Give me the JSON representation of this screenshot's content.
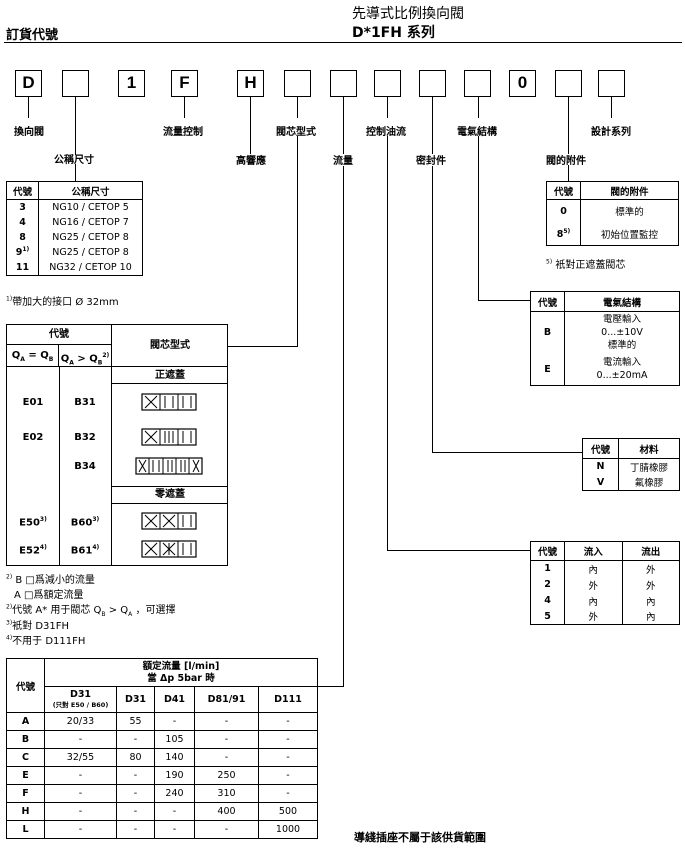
{
  "header": {
    "order_code": "訂貨代號",
    "title_cn": "先導式比例換向閥",
    "title_model": "D*1FH 系列"
  },
  "code_boxes": [
    "D",
    "",
    "1",
    "F",
    "H",
    "",
    "",
    "",
    "",
    "0",
    ""
  ],
  "code_labels": {
    "valve": "換向閥",
    "nominal_size": "公稱尺寸",
    "flow_control": "流量控制",
    "high_response": "高響應",
    "spool_type": "閥芯型式",
    "flow": "流量",
    "control_oil": "控制油流",
    "seal": "密封件",
    "electrical": "電氣結構",
    "valve_accessory": "閥的附件",
    "design_series": "設計系列"
  },
  "size_table": {
    "headers": [
      "代號",
      "公稱尺寸"
    ],
    "rows": [
      [
        "3",
        "NG10 / CETOP 5"
      ],
      [
        "4",
        "NG16 / CETOP 7"
      ],
      [
        "8",
        "NG25 / CETOP 8"
      ],
      [
        "9",
        "NG25 / CETOP 8"
      ],
      [
        "11",
        "NG32 / CETOP 10"
      ]
    ],
    "row9_sup": "1)",
    "note_sup": "1)",
    "note": "帶加大的接口 Ø 32mm"
  },
  "accessory_table": {
    "headers": [
      "代號",
      "閥的附件"
    ],
    "rows": [
      [
        "0",
        "標準的"
      ],
      [
        "8",
        "初始位置監控"
      ]
    ],
    "row8_sup": "5)",
    "note_sup": "5)",
    "note": "衹對正遮蓋閥芯"
  },
  "spool_table": {
    "code_header": "代號",
    "type_header": "閥芯型式",
    "col1_main": "Q",
    "col1_a": "A",
    "col1_eq": " = Q",
    "col1_b": "B",
    "col2_main": "Q",
    "col2_a": "A",
    "col2_gt": " > Q",
    "col2_b": "B",
    "col2_sup": "2)",
    "positive_overlap": "正遮蓋",
    "zero_overlap": "零遮蓋",
    "rows": [
      {
        "c1": "E01",
        "c2": "B31",
        "s1": "",
        "s2": ""
      },
      {
        "c1": "E02",
        "c2": "B32",
        "s1": "",
        "s2": ""
      },
      {
        "c1": "",
        "c2": "B34",
        "s1": "",
        "s2": ""
      },
      {
        "c1": "E50",
        "c2": "B60",
        "s1": "3)",
        "s2": "3)"
      },
      {
        "c1": "E52",
        "c2": "B61",
        "s1": "4)",
        "s2": "4)"
      }
    ]
  },
  "spool_notes": [
    {
      "sup": "2)",
      "text": " B □爲減小的流量"
    },
    {
      "sup": "",
      "text": "A □爲額定流量"
    },
    {
      "sup": "2)",
      "text": "代號 A* 用于閥芯 Q"
    },
    {
      "sup": "3)",
      "text": "衹對 D31FH"
    },
    {
      "sup": "4)",
      "text": "不用于 D111FH"
    }
  ],
  "spool_note_parts": {
    "sub_b": "B",
    "gt": " > Q",
    "sub_a": "A",
    "tail": " ，可選擇"
  },
  "electrical_table": {
    "headers": [
      "代號",
      "電氣結構"
    ],
    "rows": [
      {
        "code": "B",
        "lines": [
          "電壓輸入",
          "0...±10V",
          "標準的"
        ]
      },
      {
        "code": "E",
        "lines": [
          "電流輸入",
          "0...±20mA"
        ]
      }
    ]
  },
  "seal_table": {
    "headers": [
      "代號",
      "材料"
    ],
    "rows": [
      [
        "N",
        "丁腈橡膠"
      ],
      [
        "V",
        "氟橡膠"
      ]
    ]
  },
  "control_table": {
    "headers": [
      "代號",
      "流入",
      "流出"
    ],
    "rows": [
      [
        "1",
        "內",
        "外"
      ],
      [
        "2",
        "外",
        "外"
      ],
      [
        "4",
        "內",
        "內"
      ],
      [
        "5",
        "外",
        "內"
      ]
    ]
  },
  "flow_table": {
    "code_header": "代號",
    "rated_line1": "額定流量 [l/min]",
    "rated_line2": "當 Δp 5bar 時",
    "col_d31": "D31",
    "col_d31_sub": "(只對 E50 / B60)",
    "cols": [
      "D31",
      "D41",
      "D81/91",
      "D111"
    ],
    "rows": [
      [
        "A",
        "20/33",
        "55",
        "-",
        "-",
        "-"
      ],
      [
        "B",
        "-",
        "-",
        "105",
        "-",
        "-"
      ],
      [
        "C",
        "32/55",
        "80",
        "140",
        "-",
        "-"
      ],
      [
        "E",
        "-",
        "-",
        "190",
        "250",
        "-"
      ],
      [
        "F",
        "-",
        "-",
        "240",
        "310",
        "-"
      ],
      [
        "H",
        "-",
        "-",
        "-",
        "400",
        "500"
      ],
      [
        "L",
        "-",
        "-",
        "-",
        "-",
        "1000"
      ]
    ]
  },
  "footer_note": "導綫插座不屬于該供貨範圍"
}
